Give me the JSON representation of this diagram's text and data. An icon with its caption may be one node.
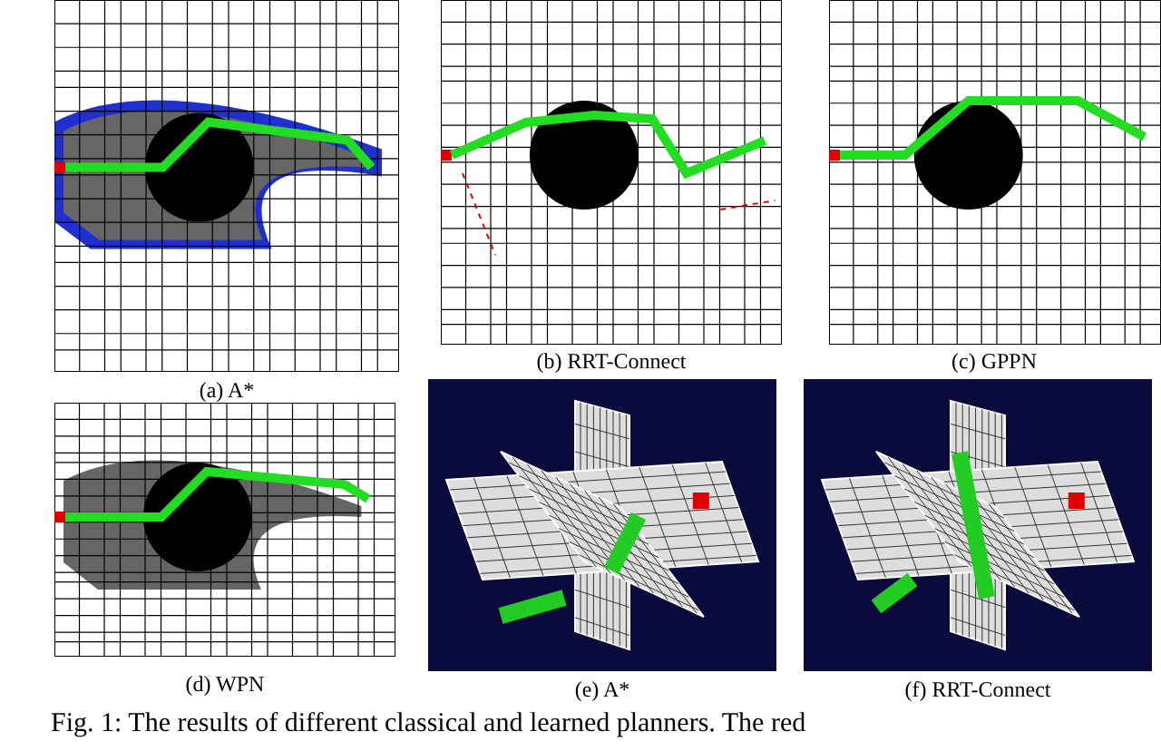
{
  "diagram": {
    "caption": "Fig. 1: The results of different classical and learned planners. The red",
    "labels": [
      "(a) A*",
      "(b) RRT-Connect",
      "(c) GPPN",
      "(d) WPN",
      "(e) A*",
      "(f) RRT-Connect"
    ]
  }
}
